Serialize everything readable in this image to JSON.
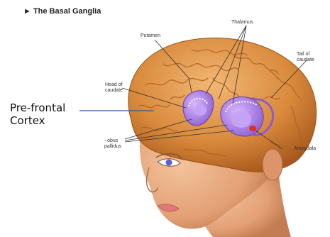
{
  "title": "► The Basal Ganglia",
  "labels": {
    "putamen": "Putamen",
    "thalamus": "Thalamus",
    "tail_line1": "Tail of",
    "tail_line2": "caudate",
    "head_line1": "Head of",
    "head_line2": "caudate",
    "globus_line1": "~obus",
    "globus_line2": "pallidus",
    "amygdala": "Amygdala",
    "prefrontal_line1": "Pre-frontal",
    "prefrontal_line2": "Cortex"
  },
  "colors": {
    "skin": "#e7a97e",
    "cortex": "#d98a3c",
    "gyri": "#b0601e",
    "basal_ganglia": "#a97ce0",
    "amygdala": "#e0301c",
    "pointer_line": "#2c5aa0"
  }
}
